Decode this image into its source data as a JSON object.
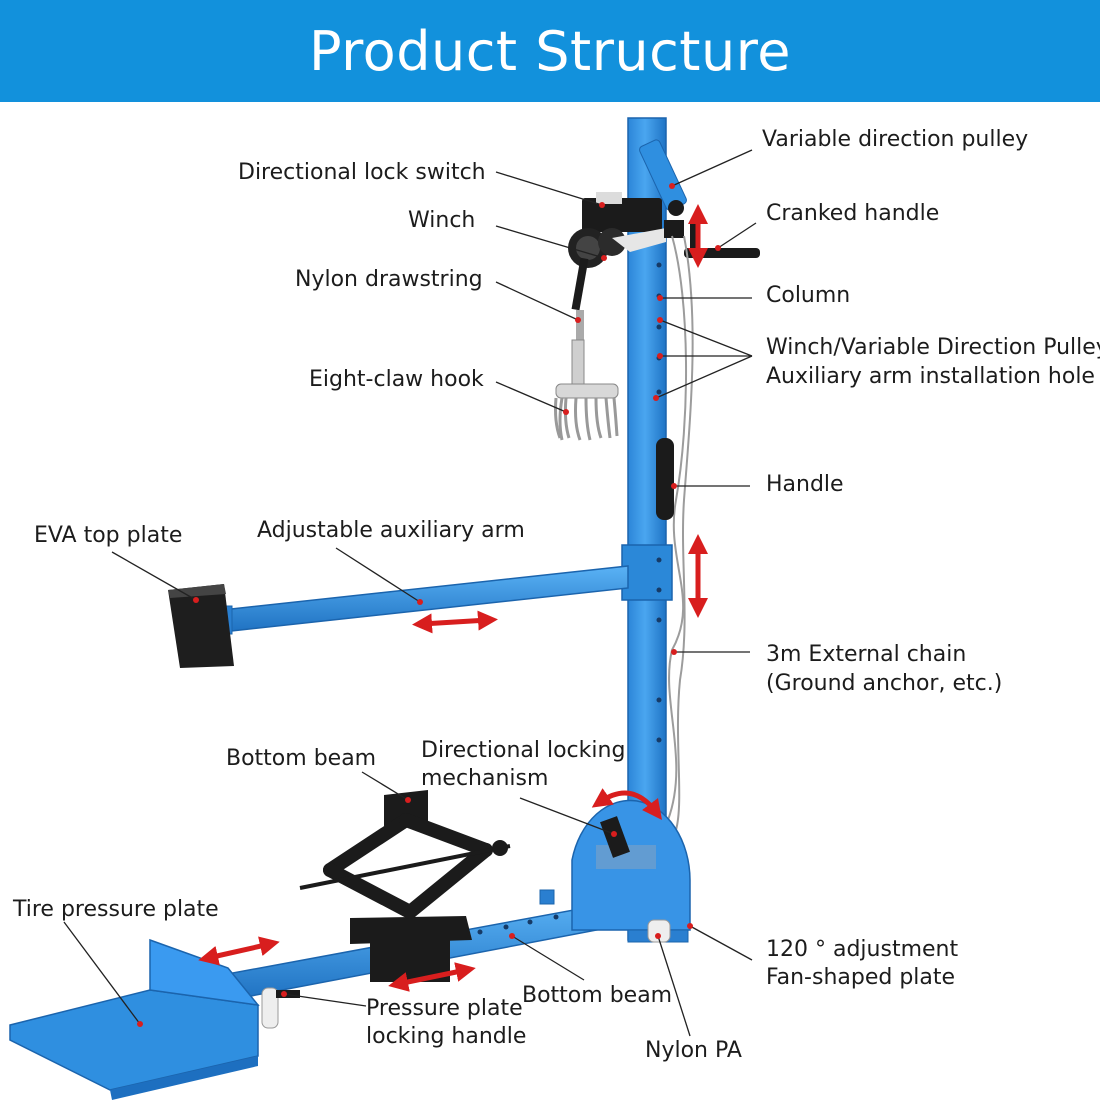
{
  "title": "Product Structure",
  "colors": {
    "banner": "#1291dc",
    "frame": "#2f8fe0",
    "frame_dark": "#1d6fc0",
    "arrow": "#d81e1e",
    "black_part": "#1b1b1b",
    "label": "#1c1c1c"
  },
  "labels": {
    "variable_direction_pulley": "Variable direction pulley",
    "directional_lock_switch": "Directional lock switch",
    "cranked_handle": "Cranked handle",
    "winch": "Winch",
    "nylon_drawstring": "Nylon drawstring",
    "column": "Column",
    "install_hole_1": "Winch/Variable Direction Pulley/",
    "install_hole_2": "Auxiliary arm installation hole",
    "eight_claw_hook": "Eight-claw hook",
    "handle": "Handle",
    "eva_top_plate": "EVA top plate",
    "adjustable_auxiliary_arm": "Adjustable auxiliary arm",
    "external_chain_1": "3m External chain",
    "external_chain_2": "(Ground anchor, etc.)",
    "bottom_beam_top": "Bottom beam",
    "directional_locking_1": "Directional locking",
    "directional_locking_2": "mechanism",
    "tire_pressure_plate": "Tire pressure plate",
    "fan_plate_1": "120 ° adjustment",
    "fan_plate_2": "Fan-shaped plate",
    "pressure_plate_handle_1": "Pressure plate",
    "pressure_plate_handle_2": "locking handle",
    "bottom_beam_bottom": "Bottom beam",
    "nylon_pa": "Nylon PA"
  }
}
